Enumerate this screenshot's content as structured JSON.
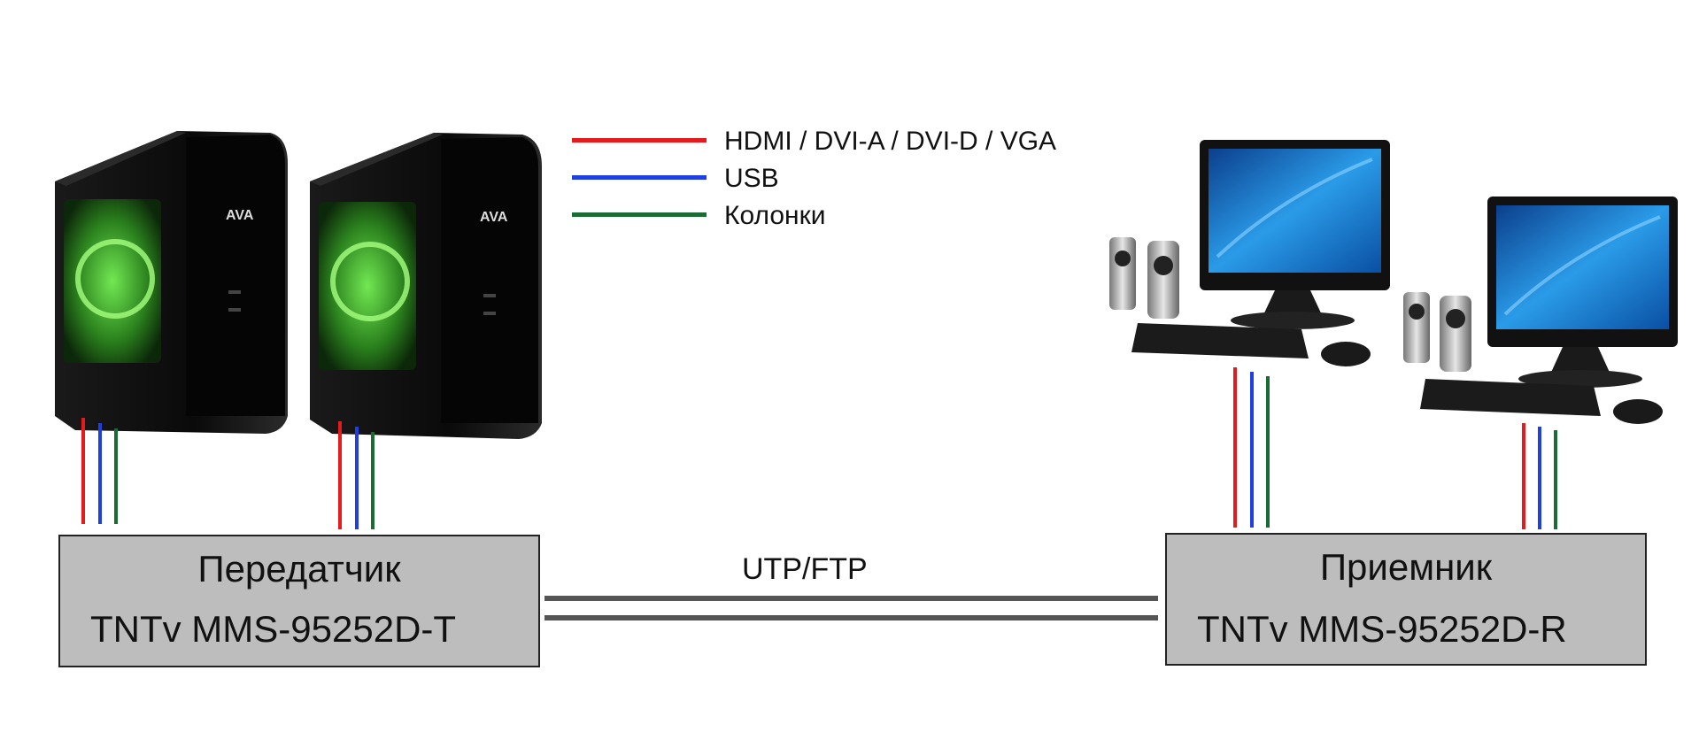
{
  "legend": {
    "items": [
      {
        "label": "HDMI / DVI-A / DVI-D / VGA",
        "color": "#e41a1c"
      },
      {
        "label": "USB",
        "color": "#1f3fe0"
      },
      {
        "label": "Колонки",
        "color": "#1b6b35"
      }
    ]
  },
  "transmitter": {
    "title": "Передатчик",
    "model": "TNTv MMS-95252D-T",
    "computers": [
      "pc-tower-icon",
      "pc-tower-icon"
    ]
  },
  "receiver": {
    "title": "Приемник",
    "model": "TNTv MMS-95252D-R",
    "workstations": [
      "workstation-icon",
      "workstation-icon"
    ]
  },
  "link": {
    "label": "UTP/FTP",
    "color": "#555555"
  },
  "colors": {
    "box_fill": "#bdbdbd",
    "box_border": "#222222",
    "pc_body": "#0d0d0d",
    "pc_glow": "#4cd13a",
    "screen": "#1d7fd0"
  }
}
